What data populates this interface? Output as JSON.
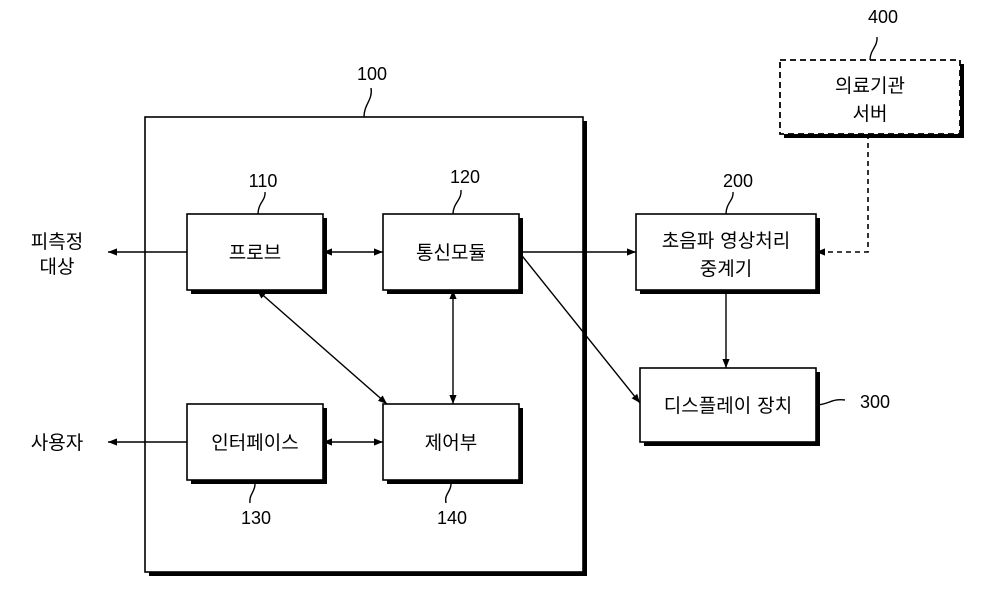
{
  "outer_block": {
    "ref": "100"
  },
  "blocks": {
    "probe": {
      "label": "프로브",
      "ref": "110"
    },
    "comm": {
      "label": "통신모듈",
      "ref": "120"
    },
    "interface": {
      "label": "인터페이스",
      "ref": "130"
    },
    "control": {
      "label": "제어부",
      "ref": "140"
    },
    "relay": {
      "label_line1": "초음파 영상처리",
      "label_line2": "중계기",
      "ref": "200"
    },
    "display": {
      "label": "디스플레이 장치",
      "ref": "300"
    },
    "server": {
      "label_line1": "의료기관",
      "label_line2": "서버",
      "ref": "400"
    }
  },
  "external": {
    "target_line1": "피측정",
    "target_line2": "대상",
    "user": "사용자"
  }
}
